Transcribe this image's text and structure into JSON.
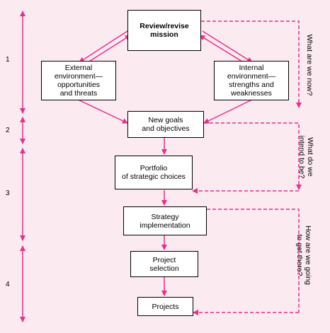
{
  "nodes": {
    "review": "Review/revise\nmission",
    "external": "External\nenvironment—\nopportunities\nand threats",
    "internal": "Internal\nenvironment—\nstrengths and\nweaknesses",
    "goals": "New goals\nand objectives",
    "portfolio": "Portfolio\nof strategic choices",
    "strategy": "Strategy\nimplementation",
    "project_selection": "Project\nselection",
    "projects": "Projects"
  },
  "phases": [
    "1",
    "2",
    "3",
    "4"
  ],
  "questions": {
    "q1": "What are we now?",
    "q2": "What do we\nintend to be?",
    "q3": "How are we going\nto get there?"
  },
  "colors": {
    "accent": "#e8308a",
    "background": "#fbeaf0",
    "box_border": "#000000"
  }
}
